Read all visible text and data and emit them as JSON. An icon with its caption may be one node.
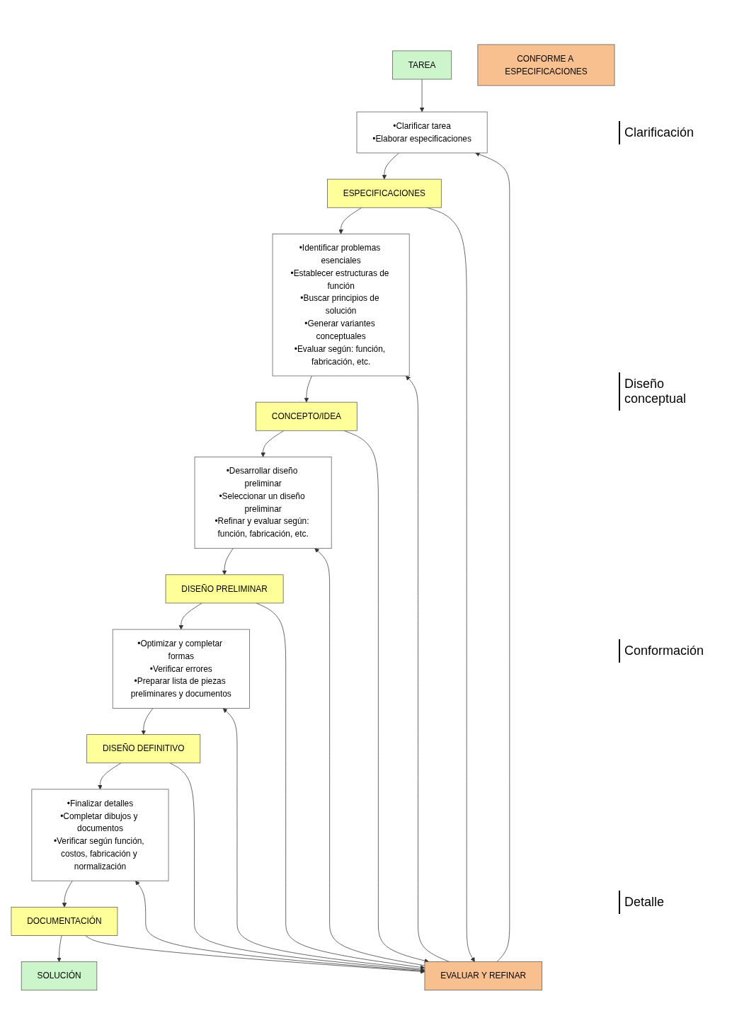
{
  "diagram": {
    "nodes": [
      {
        "text": [
          "TAREA"
        ]
      },
      {
        "text": [
          "•Clarificar tarea",
          "•Elaborar especificaciones"
        ]
      },
      {
        "text": [
          "ESPECIFICACIONES"
        ]
      },
      {
        "text": [
          "•Identificar problemas esenciales",
          "•Establecer estructuras de función",
          "•Buscar principios de solución",
          "•Generar variantes conceptuales",
          "•Evaluar según: función, fabricación, etc."
        ]
      },
      {
        "text": [
          "CONCEPTO/IDEA"
        ]
      },
      {
        "text": [
          "•Desarrollar diseño preliminar",
          "•Seleccionar un diseño preliminar",
          "•Refinar y evaluar según: función, fabricación, etc."
        ]
      },
      {
        "text": [
          "DISEÑO PRELIMINAR"
        ]
      },
      {
        "text": [
          "•Optimizar y completar formas",
          "•Verificar errores",
          "•Preparar lista de piezas preliminares y documentos"
        ]
      },
      {
        "text": [
          "DISEÑO DEFINITIVO"
        ]
      },
      {
        "text": [
          "•Finalizar detalles",
          "•Completar dibujos y documentos",
          "•Verificar según función, costos, fabricación y normalización"
        ]
      },
      {
        "text": [
          "DOCUMENTACIÓN"
        ]
      },
      {
        "text": [
          "SOLUCIÓN"
        ]
      },
      {
        "text": [
          "CONFORME A ESPECIFICACIONES"
        ]
      },
      {
        "text": [
          "EVALUAR Y REFINAR"
        ]
      }
    ],
    "edges": [
      {
        "from": 0,
        "to": 1,
        "arrow": "to"
      },
      {
        "from": 1,
        "to": 2,
        "arrow": "to"
      },
      {
        "from": 2,
        "to": 3,
        "arrow": "to"
      },
      {
        "from": 3,
        "to": 4,
        "arrow": "to"
      },
      {
        "from": 4,
        "to": 5,
        "arrow": "to"
      },
      {
        "from": 5,
        "to": 6,
        "arrow": "to"
      },
      {
        "from": 6,
        "to": 7,
        "arrow": "to"
      },
      {
        "from": 7,
        "to": 8,
        "arrow": "to"
      },
      {
        "from": 8,
        "to": 9,
        "arrow": "to"
      },
      {
        "from": 9,
        "to": 10,
        "arrow": "to"
      },
      {
        "from": 10,
        "to": 11,
        "arrow": "to"
      },
      {
        "from": 2,
        "to": 13,
        "arrow": "to"
      },
      {
        "from": 4,
        "to": 13,
        "arrow": "to"
      },
      {
        "from": 6,
        "to": 13,
        "arrow": "to"
      },
      {
        "from": 8,
        "to": 13,
        "arrow": "to"
      },
      {
        "from": 10,
        "to": 13,
        "arrow": "to"
      },
      {
        "from": 13,
        "to": 1,
        "arrow": "to"
      },
      {
        "from": 13,
        "to": 3,
        "arrow": "to"
      },
      {
        "from": 13,
        "to": 5,
        "arrow": "to"
      },
      {
        "from": 13,
        "to": 7,
        "arrow": "to"
      },
      {
        "from": 13,
        "to": 9,
        "arrow": "to"
      }
    ],
    "labels": [
      "Clarificación",
      "Diseño conceptual",
      "Conformación",
      "Detalle"
    ]
  }
}
